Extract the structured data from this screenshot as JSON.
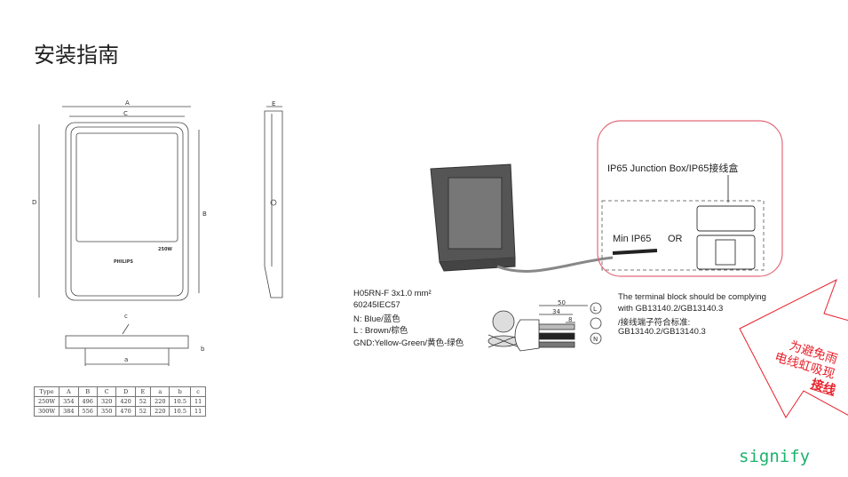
{
  "page": {
    "title": "安装指南"
  },
  "drawing": {
    "dim_A": "A",
    "dim_C": "C",
    "dim_D": "D",
    "dim_B": "B",
    "dim_E": "E",
    "dim_a": "a",
    "dim_b": "b",
    "dim_c": "c",
    "brand": "PHILIPS",
    "wattage": "250W"
  },
  "table": {
    "headers": [
      "Type",
      "A",
      "B",
      "C",
      "D",
      "E",
      "a",
      "b",
      "c"
    ],
    "rows": [
      [
        "250W",
        "354",
        "496",
        "320",
        "420",
        "52",
        "220",
        "10.5",
        "11"
      ],
      [
        "300W",
        "384",
        "556",
        "350",
        "470",
        "52",
        "220",
        "10.5",
        "11"
      ]
    ]
  },
  "wiring": {
    "cable_lines": [
      "H05RN-F 3x1.0 mm²",
      "60245IEC57",
      "N: Blue/蓝色",
      "L : Brown/棕色",
      "GND:Yellow-Green/黄色-绿色"
    ],
    "dim_50": "50",
    "dim_34": "34",
    "dim_8": "8",
    "term_L": "L",
    "term_N": "N"
  },
  "junction": {
    "label": "IP65 Junction Box/IP65接线盒",
    "min": "Min  IP65",
    "or": "OR",
    "note_lines": [
      "The terminal block should be complying",
      "with GB13140.2/GB13140.3",
      "/接线端子符合标准:",
      "GB13140.2/GB13140.3"
    ]
  },
  "callout": {
    "lines": [
      "为避免雨",
      "电线虹吸现",
      "接线"
    ]
  },
  "logo": {
    "text": "signify"
  },
  "colors": {
    "accent_red": "#e8202a",
    "frame_pink": "#e26a7a",
    "logo_green": "#1ab26b"
  }
}
